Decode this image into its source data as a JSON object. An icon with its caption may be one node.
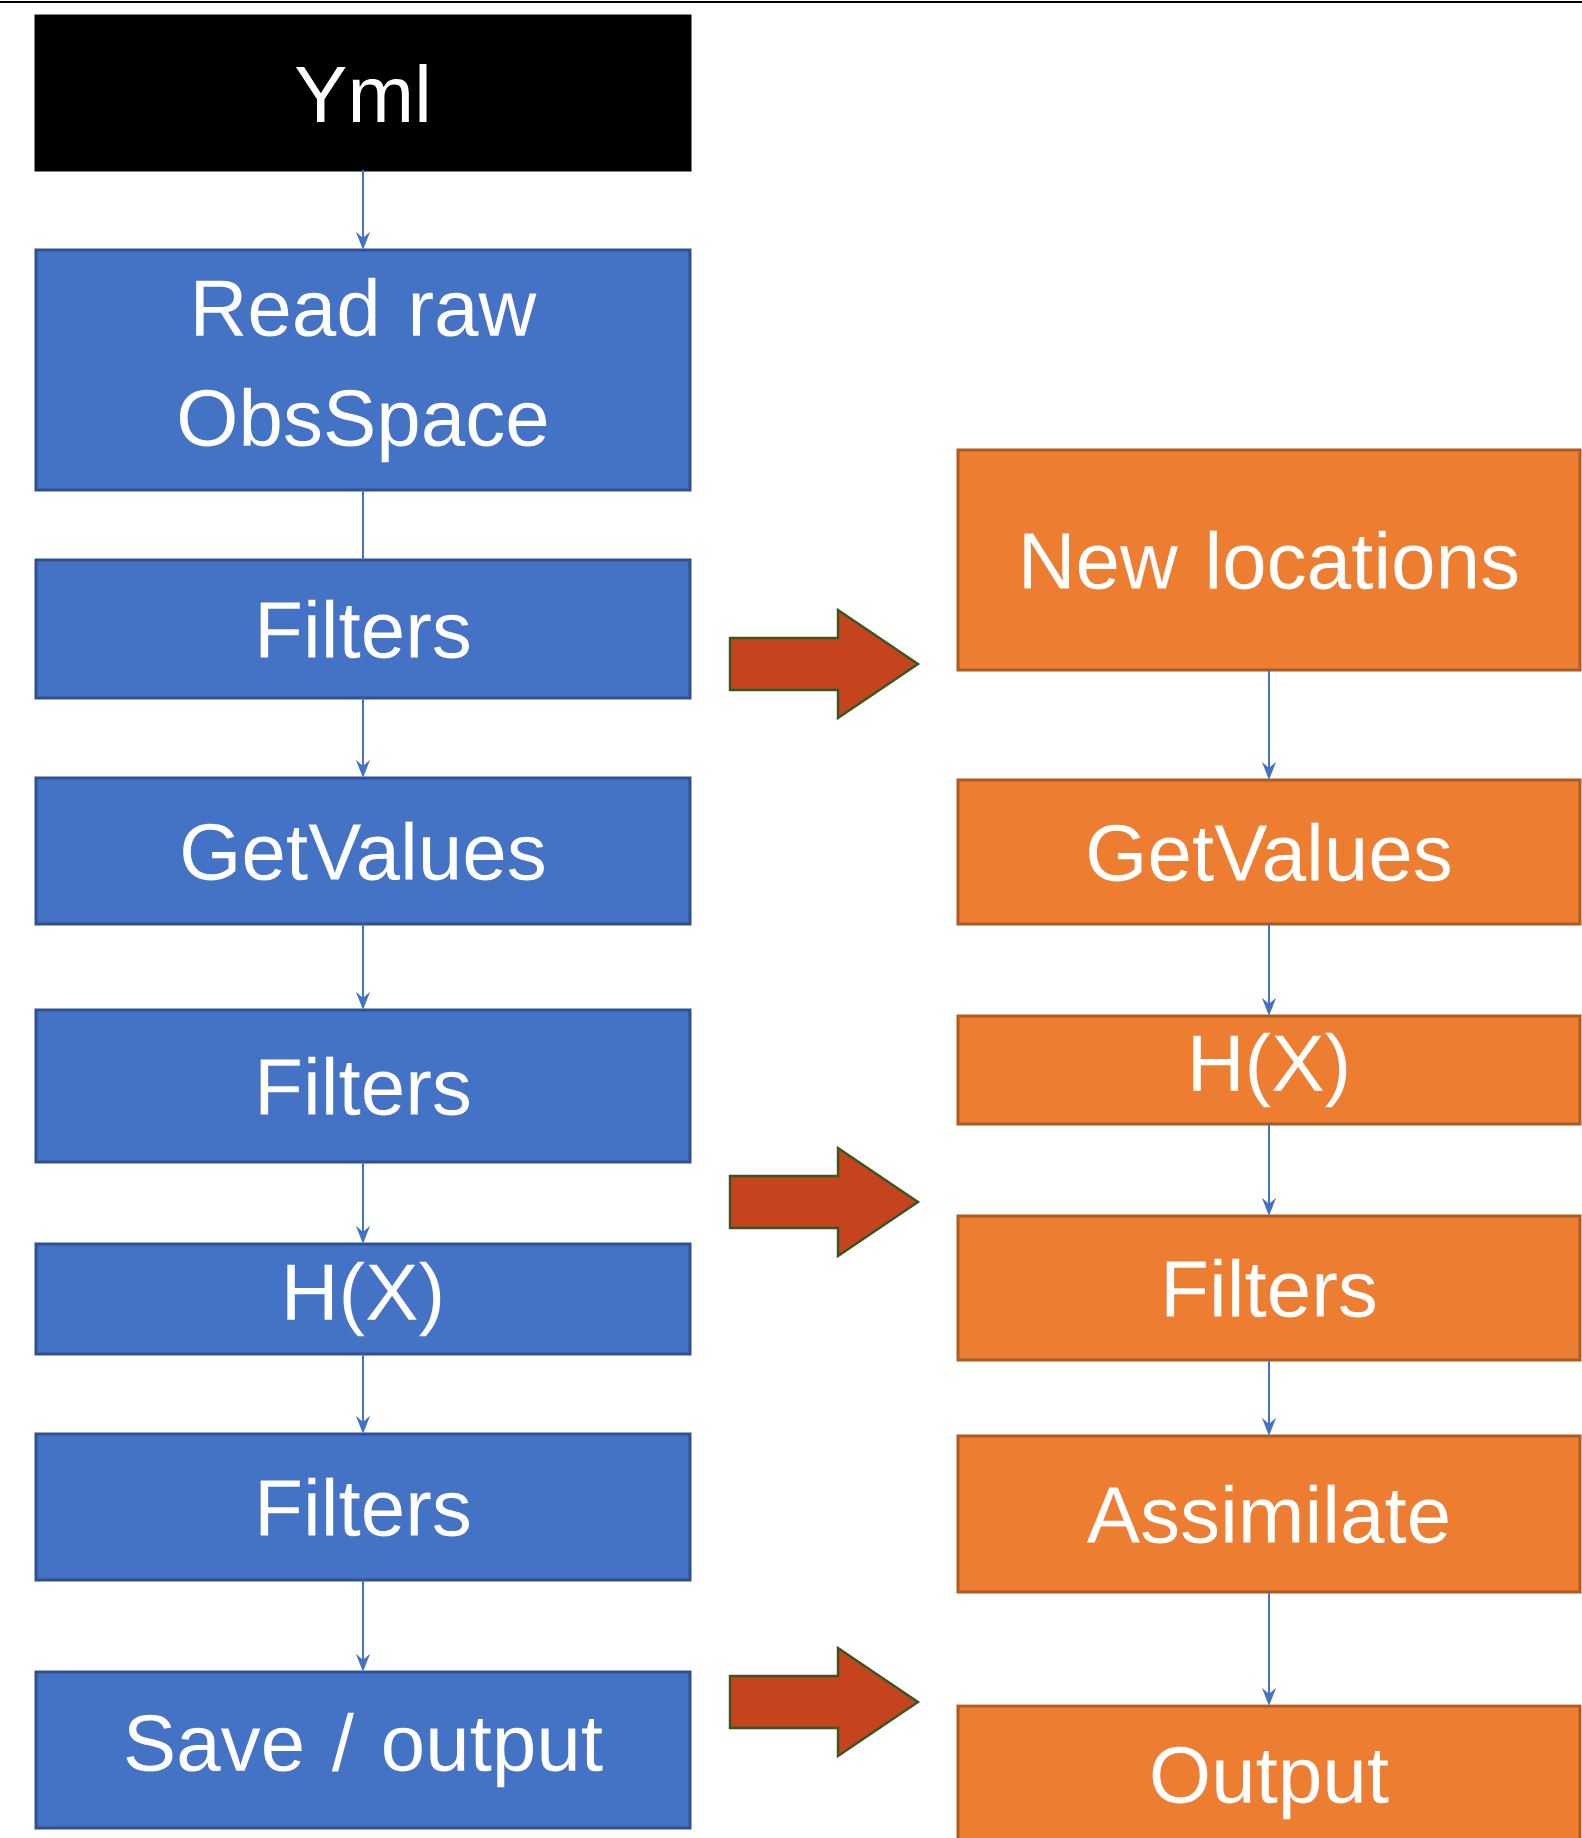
{
  "diagram": {
    "nodes": [
      {
        "text": [
          "Yml"
        ]
      },
      {
        "text": [
          "Read raw ObsSpace"
        ]
      },
      {
        "text": [
          "Filters"
        ]
      },
      {
        "text": [
          "GetValues"
        ]
      },
      {
        "text": [
          "Filters"
        ]
      },
      {
        "text": [
          "H(X)"
        ]
      },
      {
        "text": [
          "Filters"
        ]
      },
      {
        "text": [
          "Save / output"
        ]
      },
      {
        "text": [
          "New locations"
        ]
      },
      {
        "text": [
          "GetValues"
        ]
      },
      {
        "text": [
          "H(X)"
        ]
      },
      {
        "text": [
          "Filters"
        ]
      },
      {
        "text": [
          "Assimilate"
        ]
      },
      {
        "text": [
          "Output"
        ]
      }
    ],
    "edges": [
      {
        "from": 0,
        "to": 1,
        "arrow": "to"
      },
      {
        "from": 1,
        "to": 2,
        "arrow": "none"
      },
      {
        "from": 2,
        "to": 3,
        "arrow": "to"
      },
      {
        "from": 3,
        "to": 4,
        "arrow": "to"
      },
      {
        "from": 4,
        "to": 5,
        "arrow": "to"
      },
      {
        "from": 5,
        "to": 6,
        "arrow": "to"
      },
      {
        "from": 6,
        "to": 7,
        "arrow": "to"
      },
      {
        "from": 8,
        "to": 9,
        "arrow": "to"
      },
      {
        "from": 9,
        "to": 10,
        "arrow": "to"
      },
      {
        "from": 10,
        "to": 11,
        "arrow": "to"
      },
      {
        "from": 11,
        "to": 12,
        "arrow": "to"
      },
      {
        "from": 12,
        "to": 13,
        "arrow": "to"
      },
      {
        "from": 2,
        "to": 8,
        "arrow": "to",
        "style": "thick",
        "color": "#c5441d"
      },
      {
        "from": 4,
        "to": 11,
        "arrow": "to",
        "style": "thick",
        "color": "#c5441d"
      },
      {
        "from": 7,
        "to": 13,
        "arrow": "to",
        "style": "thick",
        "color": "#c5441d"
      }
    ]
  }
}
